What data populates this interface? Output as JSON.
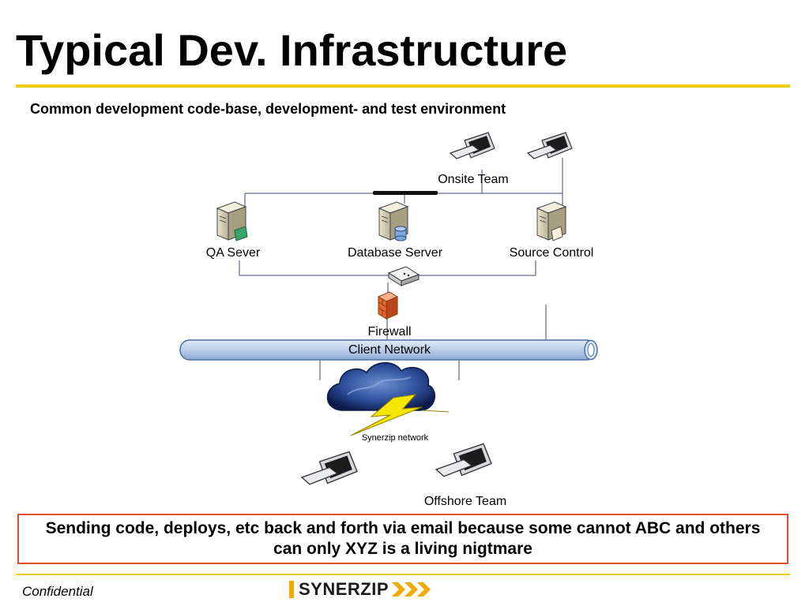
{
  "slide": {
    "title": "Typical Dev. Infrastructure",
    "subtitle": "Common development code-base, development- and test environment"
  },
  "diagram": {
    "nodes": {
      "onsite_team": "Onsite Team",
      "qa_server": "QA Sever",
      "database_server": "Database Server",
      "source_control": "Source Control",
      "firewall": "Firewall",
      "client_network": "Client Network",
      "synerzip_network": "Synerzip network",
      "offshore_team": "Offshore Team"
    },
    "icons": [
      "workstation-icon",
      "server-icon",
      "database-icon",
      "switch-icon",
      "firewall-icon",
      "cloud-icon",
      "lightning-icon"
    ],
    "colors": {
      "network_pipe": "#b9cdea",
      "pipe_outline": "#4a6fa5",
      "firewall": "#e8662c",
      "cloud": "#2e4e9a",
      "lightning": "#f7e600"
    }
  },
  "callout": {
    "text": "Sending code, deploys, etc back and forth via email because some cannot ABC and others can only XYZ is a living nigtmare",
    "border_color": "#e0502a"
  },
  "footer": {
    "label": "Confidential",
    "logo_text": "SYNERZIP",
    "accent_color": "#f2cc10"
  }
}
